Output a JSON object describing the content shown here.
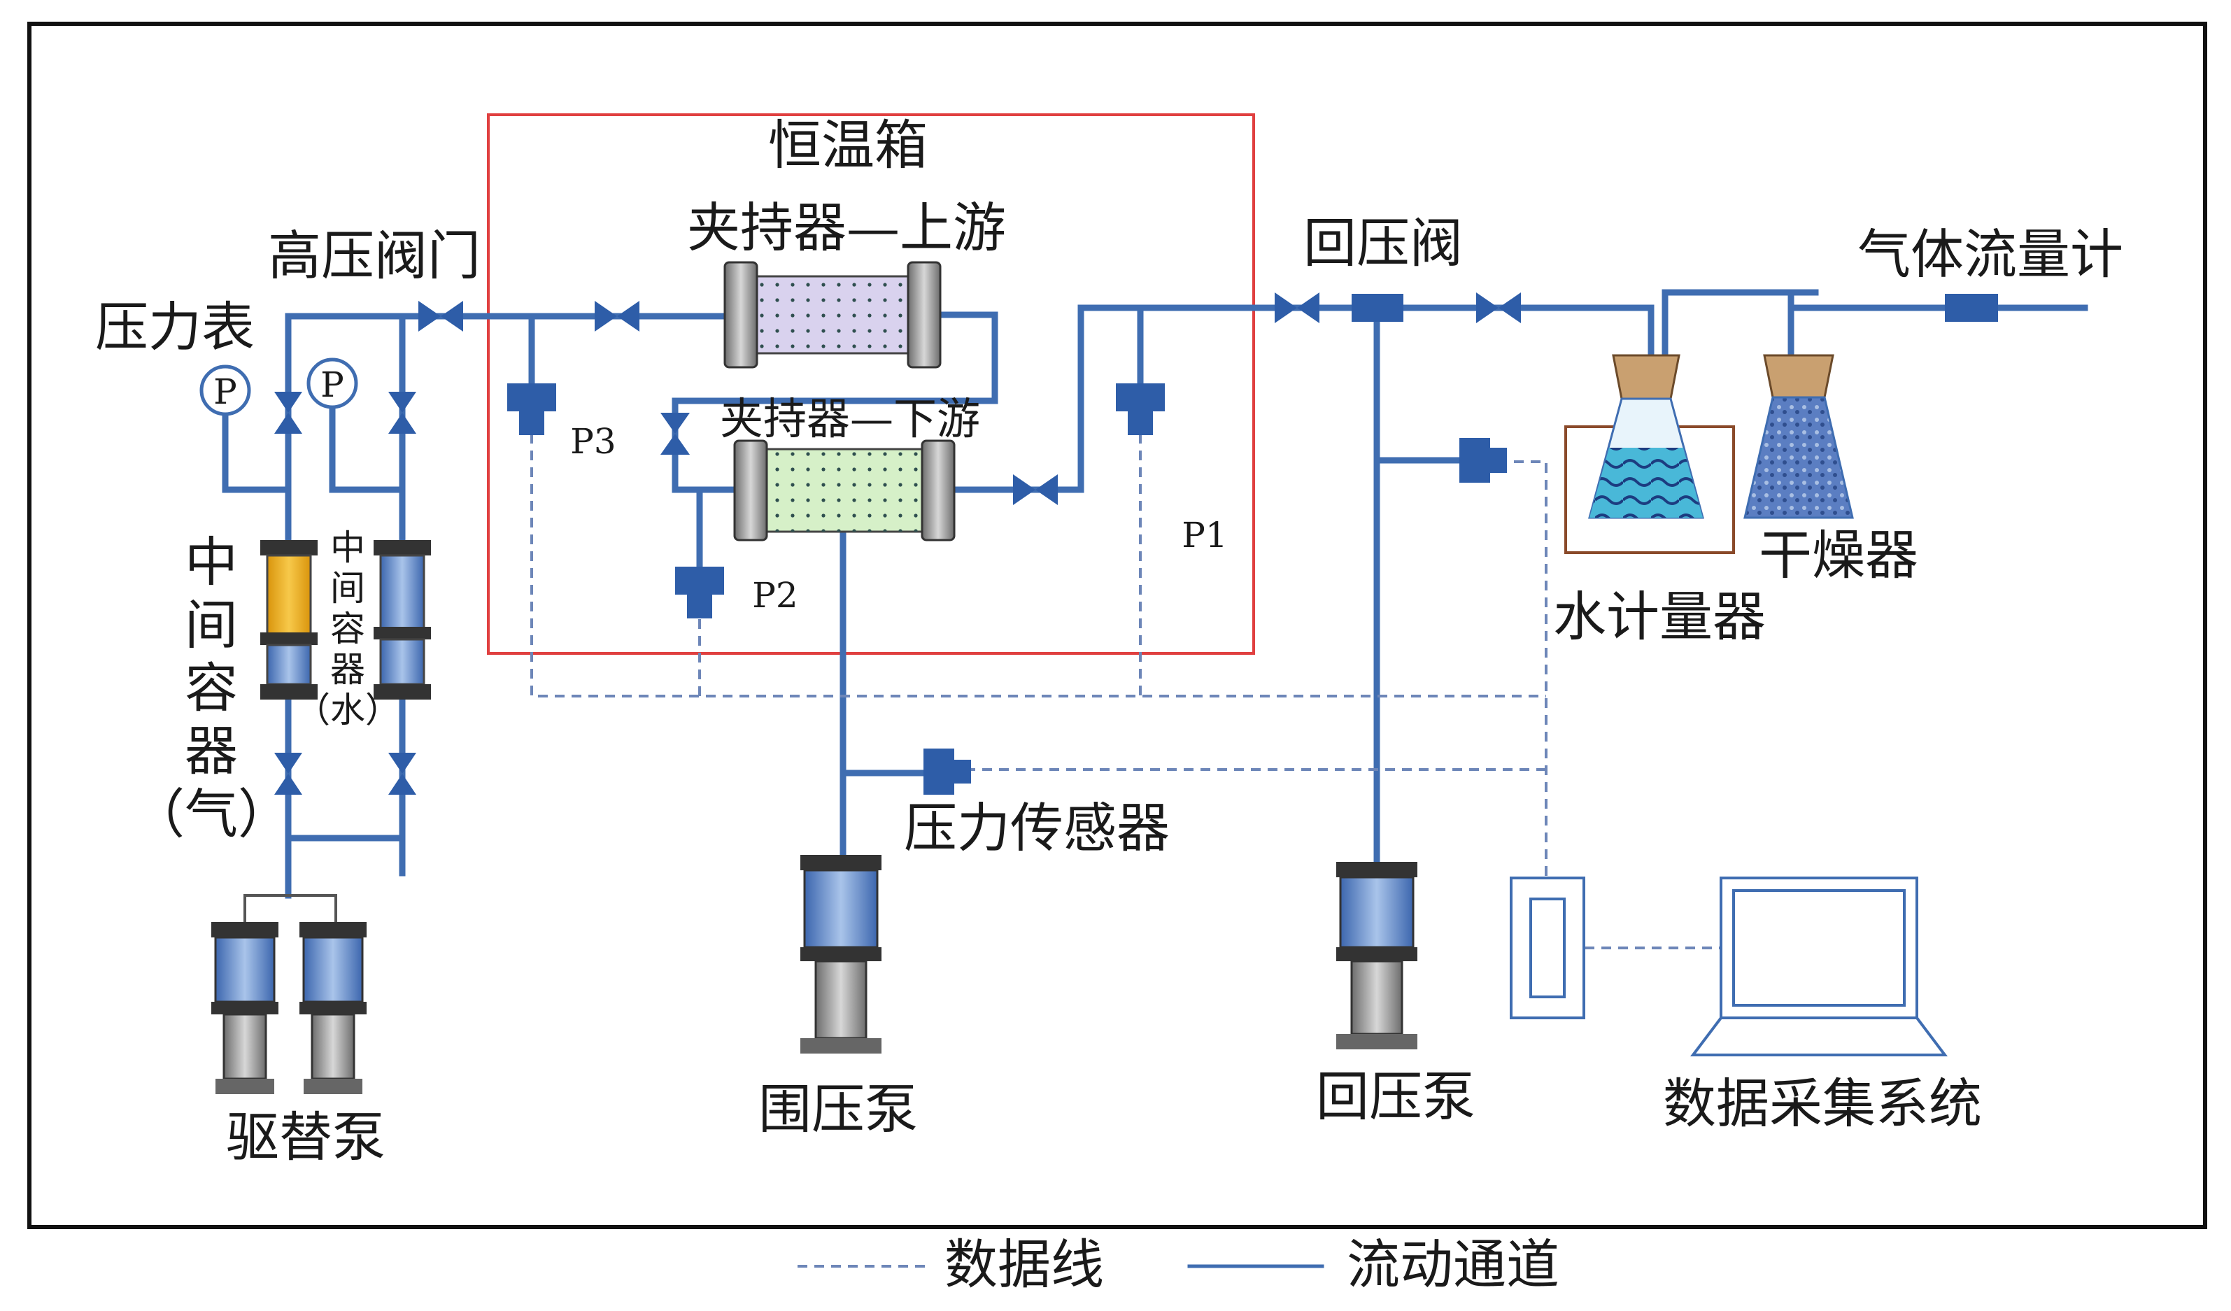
{
  "labels": {
    "oven": "恒温箱",
    "holder_upstream": "夹持器—上游",
    "holder_downstream": "夹持器—下游",
    "high_pressure_valve": "高压阀门",
    "pressure_gauge": "压力表",
    "back_pressure_valve": "回压阀",
    "gas_flowmeter": "气体流量计",
    "p1": "P1",
    "p2": "P2",
    "p3": "P3",
    "intermediate_gas": [
      "中",
      "间",
      "容",
      "器",
      "（气）"
    ],
    "intermediate_water": [
      "中",
      "间",
      "容",
      "器",
      "（水）"
    ],
    "water_meter": "水计量器",
    "dryer": "干燥器",
    "pressure_sensor": "压力传感器",
    "displacement_pump": "驱替泵",
    "confining_pump": "围压泵",
    "back_pressure_pump": "回压泵",
    "daq_system": "数据采集系统",
    "gauge_symbol": "P"
  },
  "legend": {
    "data_line": "数据线",
    "flow_channel": "流动通道"
  },
  "colors": {
    "pipe": "#3f6db1",
    "data_line": "#6d86b8",
    "oven_border": "#e04040",
    "gas_fill": "#f2b21c",
    "water_fill": "#7ea7d8",
    "upstream_core": "#d9d2ee",
    "downstream_core": "#d6f0c8",
    "cork": "#c9a070"
  }
}
